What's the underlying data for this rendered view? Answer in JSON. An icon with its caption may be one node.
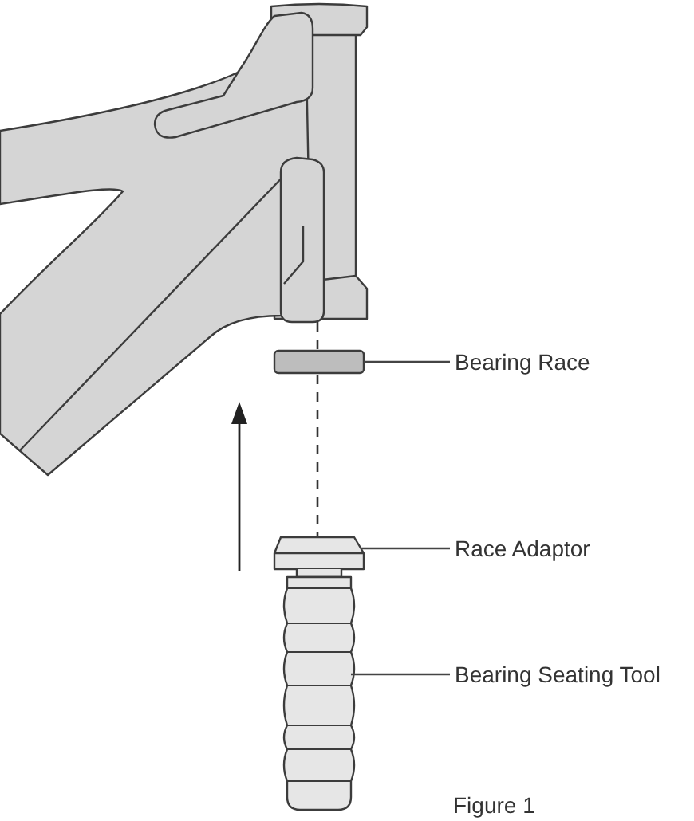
{
  "diagram": {
    "caption": "Figure 1",
    "nodes": [
      {
        "text": [
          "Bearing Race"
        ]
      },
      {
        "text": [],
        "shape": "bar"
      },
      {
        "text": [
          "Race Adaptor"
        ]
      },
      {
        "text": [],
        "shape": "picture"
      },
      {
        "text": [
          "Bearing Seating Tool"
        ]
      },
      {
        "text": [],
        "shape": "picture"
      }
    ],
    "edges": [
      {
        "from": 0,
        "to": 1,
        "arrow": "none"
      },
      {
        "from": 2,
        "to": 3,
        "arrow": "none"
      },
      {
        "from": 4,
        "to": 5,
        "arrow": "none"
      }
    ]
  }
}
